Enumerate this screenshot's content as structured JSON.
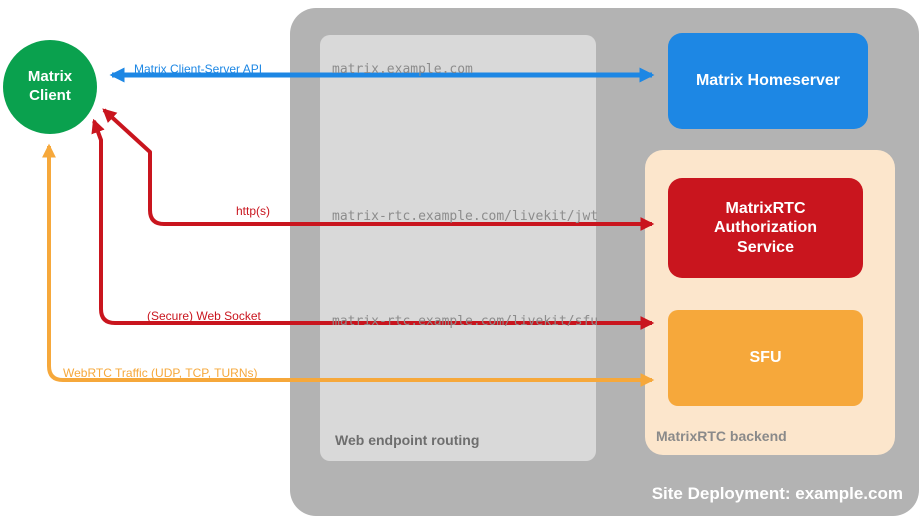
{
  "diagram": {
    "title": "Site Deployment: example.com",
    "containers": {
      "web_endpoint_routing": "Web endpoint routing",
      "matrixrtc_backend": "MatrixRTC backend"
    },
    "nodes": {
      "matrix_client": "Matrix Client",
      "matrix_homeserver": "Matrix Homeserver",
      "matrixrtc_authorization_service": "MatrixRTC Authorization Service",
      "sfu": "SFU"
    },
    "endpoints": [
      "matrix.example.com",
      "matrix-rtc.example.com/livekit/jwt",
      "matrix-rtc.example.com/livekit/sfu"
    ],
    "connections": [
      {
        "label": "Matrix Client-Server API",
        "from": "Matrix Client",
        "to": "Matrix Homeserver",
        "bidirectional": true,
        "color_name": "blue"
      },
      {
        "label": "http(s)",
        "from": "Matrix Client",
        "to": "MatrixRTC Authorization Service",
        "bidirectional": true,
        "color_name": "red"
      },
      {
        "label": "(Secure) Web Socket",
        "from": "Matrix Client",
        "to": "SFU",
        "bidirectional": true,
        "color_name": "red"
      },
      {
        "label": "WebRTC Traffic (UDP, TCP, TURNs)",
        "from": "Matrix Client",
        "to": "SFU",
        "bidirectional": true,
        "color_name": "orange"
      }
    ]
  },
  "colors": {
    "green": "#0aa14e",
    "blue": "#1d87e4",
    "red": "#c9151e",
    "orange": "#f6a83b",
    "outer_gray": "#b3b3b3",
    "inner_gray": "#d9d9d9",
    "peach": "#fce6cc",
    "endpoint_text": "#8c8c8c",
    "container_label": "#6e6e6e",
    "backend_label": "#8a8a8a"
  }
}
